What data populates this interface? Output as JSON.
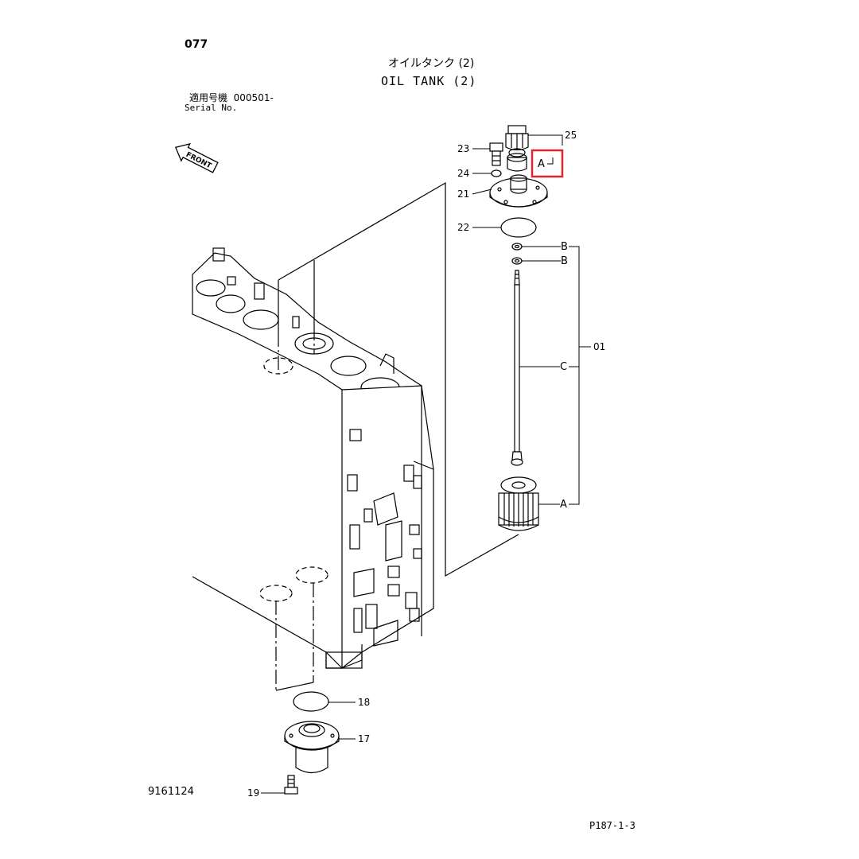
{
  "header": {
    "page_number": "077",
    "title_ja": "オイルタンク (2)",
    "title_en": "OIL TANK (2)",
    "applicable_label": "適用号機",
    "serial_from": "000501-",
    "serial_label": "Serial No."
  },
  "front_label": "FRONT",
  "callouts": {
    "p25": "25",
    "p23": "23",
    "p24": "24",
    "p21": "21",
    "p22": "22",
    "p01": "01",
    "p18": "18",
    "p17": "17",
    "p19": "19",
    "ref_a_top": "A",
    "ref_b1": "B",
    "ref_b2": "B",
    "ref_c": "C",
    "ref_a_bottom": "A"
  },
  "highlight_color": "#d9262f",
  "footer": {
    "drawing_number": "9161124",
    "page_ref": "P187-1-3"
  }
}
